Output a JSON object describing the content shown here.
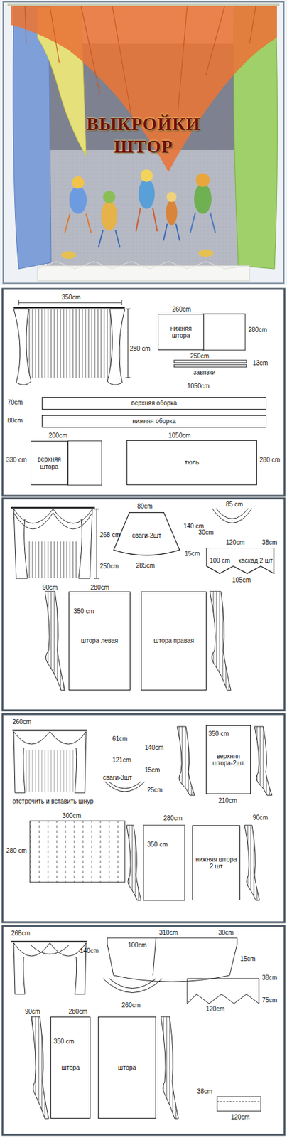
{
  "diagram": {
    "title": "ВЫКРОЙКИ ШТОР",
    "nodes": [
      {
        "text": [
          "нижняя штора"
        ]
      },
      {
        "text": [
          "верхняя оборка"
        ]
      },
      {
        "text": [
          "нижняя оборка"
        ]
      },
      {
        "text": [
          "верхняя штора"
        ]
      },
      {
        "text": [
          "тюль"
        ]
      },
      {
        "text": [
          "сваги-2шт"
        ]
      },
      {
        "text": [
          "каскад 2 шт"
        ]
      },
      {
        "text": [
          "штора левая"
        ]
      },
      {
        "text": [
          "штора правая"
        ]
      },
      {
        "text": [
          "верхняя штора-2шт"
        ]
      },
      {
        "text": [
          "нижняя штора 2 шт"
        ]
      },
      {
        "text": [
          "штора"
        ]
      },
      {
        "text": [
          "штора"
        ]
      }
    ],
    "labels": [
      "350cm",
      "280 cm",
      "260cm",
      "280cm",
      "250cm",
      "13cm",
      "завязки",
      "1050cm",
      "70cm",
      "80cm",
      "200cm",
      "330 cm",
      "1050cm",
      "280 cm",
      "89cm",
      "140 cm",
      "15cm",
      "285cm",
      "85 cm",
      "30cm",
      "120cm",
      "38cm",
      "100 cm",
      "105cm",
      "268 cm",
      "250cm",
      "90cm",
      "280cm",
      "350 cm",
      "260cm",
      "61cm",
      "140cm",
      "121cm",
      "15cm",
      "сваги-3шт",
      "25cm",
      "350 cm",
      "210cm",
      "отстрочить и вставить шнур",
      "300cm",
      "280 cm",
      "280cm",
      "90cm",
      "350 cm",
      "268cm",
      "310cm",
      "30cm",
      "140cm",
      "100cm",
      "15cm",
      "260cm",
      "38cm",
      "120cm",
      "75cm",
      "90cm",
      "280cm",
      "350 cm",
      "38cm",
      "120cm"
    ]
  }
}
